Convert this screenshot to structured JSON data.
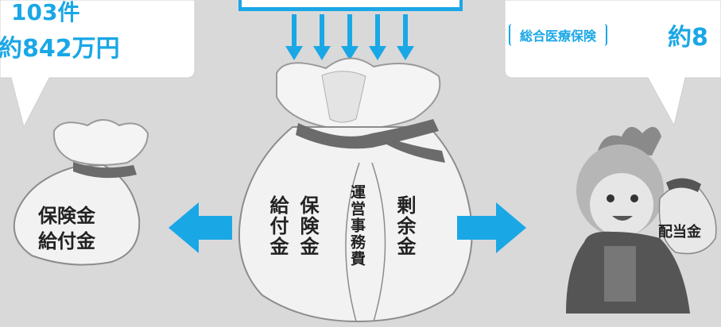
{
  "left_bubble": {
    "count_line": "103件",
    "amount_line": "約842万円"
  },
  "right_bubble": {
    "category_label": "総合医療保険",
    "amount_prefix": "約8"
  },
  "small_bag": {
    "label_line1": "保険金",
    "label_line2": "給付金"
  },
  "big_bag": {
    "col1": "給付金",
    "col2": "保険金",
    "col3": "運営事務費",
    "col4": "剰余金"
  },
  "character": {
    "bag_label": "配当金"
  },
  "colors": {
    "accent": "#1aa7e6",
    "background": "#d9d9d9",
    "bag_fill": "#f2f2f2",
    "ribbon": "#6b6b6b"
  },
  "icons": [
    "down-arrow-icon",
    "left-arrow-icon",
    "right-arrow-icon",
    "money-bag-icon",
    "character-icon"
  ]
}
